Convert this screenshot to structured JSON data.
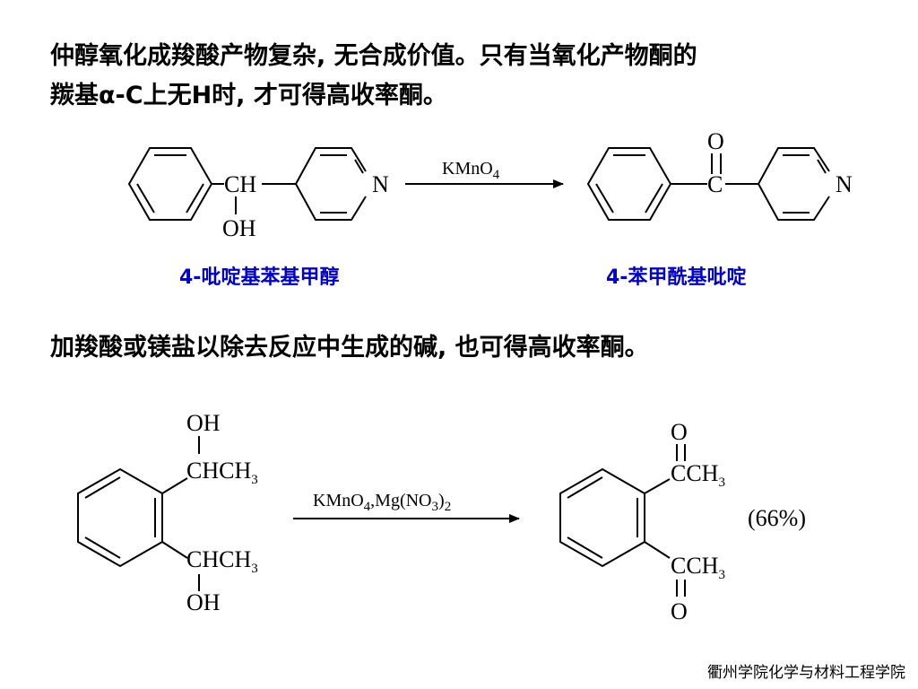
{
  "text": {
    "para1_line1": "仲醇氧化成羧酸产物复杂, 无合成价值。只有当氧化产物酮的",
    "para1_line2": "羰基α-C上无H时, 才可得高收率酮。",
    "para2": "加羧酸或镁盐以除去反应中生成的碱, 也可得高收率酮。"
  },
  "reaction1": {
    "reactant_ch": "CH",
    "reactant_oh": "OH",
    "ring_n": "N",
    "reagent_main": "KMnO",
    "reagent_sub": "4",
    "product_o": "O",
    "product_c": "C",
    "reactant_label": "4-吡啶基苯基甲醇",
    "product_label": "4-苯甲酰基吡啶",
    "label_color": "#0000CC"
  },
  "reaction2": {
    "top_oh": "OH",
    "chch3_top": "CHCH",
    "chch3_bottom": "CHCH",
    "bottom_oh": "OH",
    "sub3": "3",
    "reagent_a": "KMnO",
    "reagent_a_sub": "4",
    "reagent_b": ",Mg(NO",
    "reagent_b_sub": "3",
    "reagent_c": ")",
    "reagent_c_sub": "2",
    "product_o": "O",
    "product_cch3": "CCH",
    "yield": "(66%)"
  },
  "footer": "衢州学院化学与材料工程学院"
}
